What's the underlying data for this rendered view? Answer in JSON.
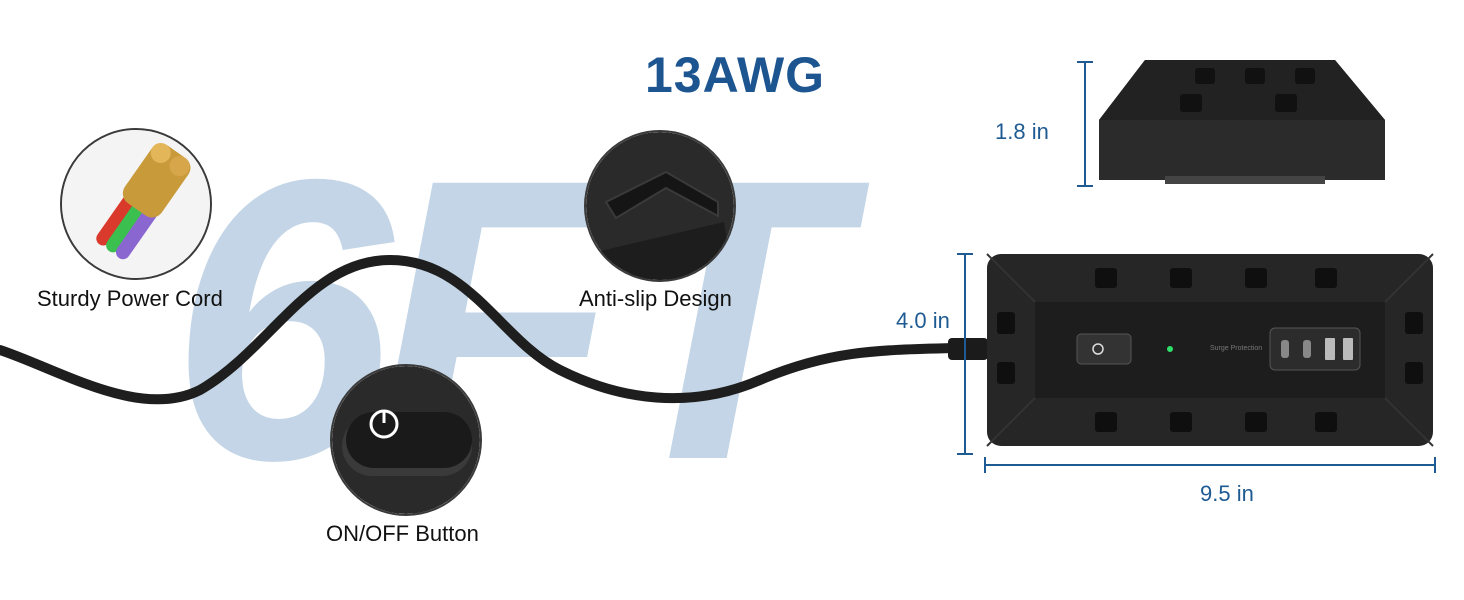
{
  "background_text": "6FT",
  "title": "13AWG",
  "features": {
    "cord_label": "Sturdy Power Cord",
    "antislip_label": "Anti-slip Design",
    "switch_label": "ON/OFF Button"
  },
  "dimensions": {
    "height": "1.8 in",
    "width": "4.0 in",
    "length": "9.5 in"
  },
  "strip_label": "Surge Protection",
  "colors": {
    "title": "#1c5590",
    "background_text": "#c3d5e6",
    "dimension": "#1f5b93",
    "product": "#2b2b2b"
  }
}
